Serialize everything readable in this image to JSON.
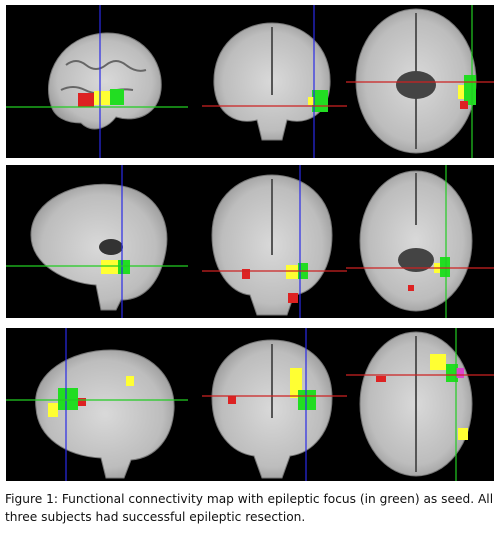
{
  "figure": {
    "caption": "Figure 1: Functional connectivity map with epileptic focus (in green) as seed. All three subjects had successful epileptic resection.",
    "rows": [
      {
        "subject": 1,
        "views": [
          "sagittal",
          "coronal",
          "axial"
        ]
      },
      {
        "subject": 2,
        "views": [
          "sagittal",
          "coronal",
          "axial"
        ]
      },
      {
        "subject": 3,
        "views": [
          "sagittal",
          "coronal",
          "axial"
        ]
      }
    ],
    "colors": {
      "seed": "#22dd22",
      "connectivity_high": "#ffff33",
      "connectivity_low": "#dd2222",
      "crosshair_vertical": "#2a2ae6",
      "crosshair_horizontal_sagittal": "#22cc22",
      "crosshair_horizontal_other": "#cc2222",
      "background": "#000000"
    }
  }
}
